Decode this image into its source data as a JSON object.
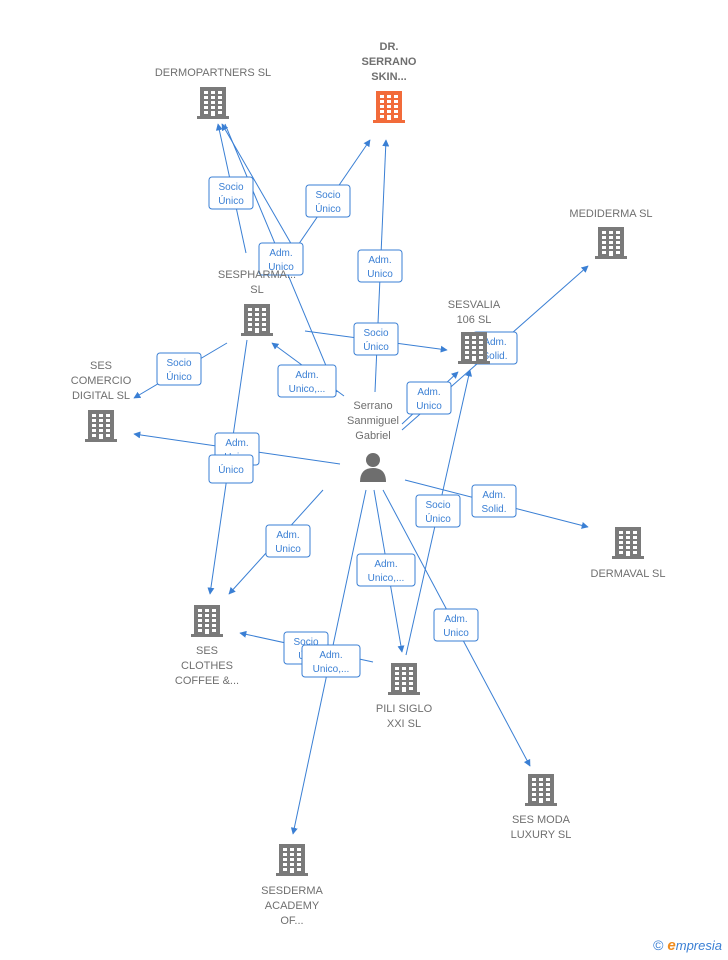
{
  "colors": {
    "edge": "#3a7fd4",
    "building": "#7a7a7a",
    "highlight": "#f26b3a",
    "label": "#6f6f6f"
  },
  "person": {
    "lines": [
      "Serrano",
      "Sanmiguel",
      "Gabriel"
    ]
  },
  "nodes": [
    {
      "id": "dermopartners",
      "lines": [
        "DERMOPARTNERS SL"
      ],
      "icon": "building-icon"
    },
    {
      "id": "drserrano",
      "lines": [
        "DR.",
        "SERRANO",
        "SKIN..."
      ],
      "icon": "building-icon",
      "highlight": true
    },
    {
      "id": "mediderma",
      "lines": [
        "MEDIDERMA SL"
      ],
      "icon": "building-icon"
    },
    {
      "id": "sespharma",
      "lines": [
        "SESPHARMA...",
        "SL"
      ],
      "icon": "building-icon"
    },
    {
      "id": "sesvalia",
      "lines": [
        "SESVALIA",
        "106  SL"
      ],
      "icon": "building-icon"
    },
    {
      "id": "sescomercio",
      "lines": [
        "SES",
        "COMERCIO",
        "DIGITAL  SL"
      ],
      "icon": "building-icon"
    },
    {
      "id": "dermaval",
      "lines": [
        "DERMAVAL SL"
      ],
      "icon": "building-icon"
    },
    {
      "id": "sesclothes",
      "lines": [
        "SES",
        "CLOTHES",
        "COFFEE &..."
      ],
      "icon": "building-icon"
    },
    {
      "id": "pilisiglo",
      "lines": [
        "PILI SIGLO",
        "XXI SL"
      ],
      "icon": "building-icon"
    },
    {
      "id": "sesmoda",
      "lines": [
        "SES MODA",
        "LUXURY  SL"
      ],
      "icon": "building-icon"
    },
    {
      "id": "sesderma",
      "lines": [
        "SESDERMA",
        "ACADEMY",
        "OF..."
      ],
      "icon": "building-icon"
    }
  ],
  "edge_labels": [
    {
      "id": "e1",
      "lines": [
        "Socio",
        "Único"
      ]
    },
    {
      "id": "e2",
      "lines": [
        "Socio",
        "Único"
      ]
    },
    {
      "id": "e3",
      "lines": [
        "Adm.",
        "Unico"
      ]
    },
    {
      "id": "e4",
      "lines": [
        "Adm.",
        "Unico"
      ]
    },
    {
      "id": "e5",
      "lines": [
        "Socio",
        "Único"
      ]
    },
    {
      "id": "e6",
      "lines": [
        "Adm.",
        "Solid."
      ]
    },
    {
      "id": "e7",
      "lines": [
        "Socio",
        "Único"
      ]
    },
    {
      "id": "e8",
      "lines": [
        "Adm.",
        "Unico,..."
      ]
    },
    {
      "id": "e9",
      "lines": [
        "Adm.",
        "Unico"
      ]
    },
    {
      "id": "e10",
      "lines": [
        "Adm.",
        "Unico"
      ]
    },
    {
      "id": "e11",
      "lines": [
        "Único"
      ]
    },
    {
      "id": "e12",
      "lines": [
        "Adm.",
        "Solid."
      ]
    },
    {
      "id": "e13",
      "lines": [
        "Socio",
        "Único"
      ]
    },
    {
      "id": "e14",
      "lines": [
        "Adm.",
        "Unico"
      ]
    },
    {
      "id": "e15",
      "lines": [
        "Adm.",
        "Unico,..."
      ]
    },
    {
      "id": "e16",
      "lines": [
        "Adm.",
        "Unico"
      ]
    },
    {
      "id": "e17",
      "lines": [
        "Socio",
        "Ú..."
      ]
    },
    {
      "id": "e18",
      "lines": [
        "Adm.",
        "Unico,..."
      ]
    }
  ],
  "watermark": {
    "symbol": "©",
    "brand_first": "e",
    "brand_rest": "mpresia"
  }
}
